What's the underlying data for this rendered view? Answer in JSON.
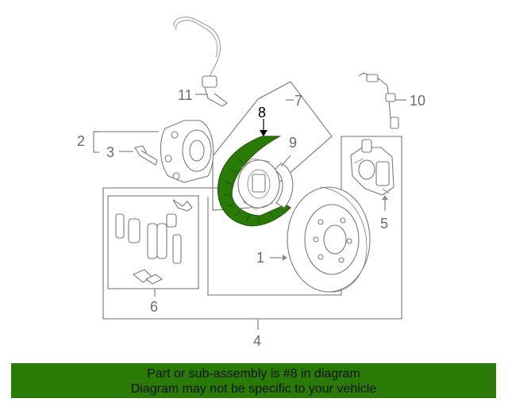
{
  "callouts": {
    "c1": "1",
    "c2": "2",
    "c3": "3",
    "c4": "4",
    "c5": "5",
    "c6": "6",
    "c7": "7",
    "c8": "8",
    "c9": "9",
    "c10": "10",
    "c11": "11"
  },
  "highlighted_part": "8",
  "colors": {
    "highlight": "#2a7a08",
    "banner_bg": "#2a7a08",
    "line": "#8a8a8a"
  },
  "banner": {
    "line1": "Part or sub-assembly is #8 in diagram",
    "line2": "Diagram may not be specific to your vehicle"
  }
}
